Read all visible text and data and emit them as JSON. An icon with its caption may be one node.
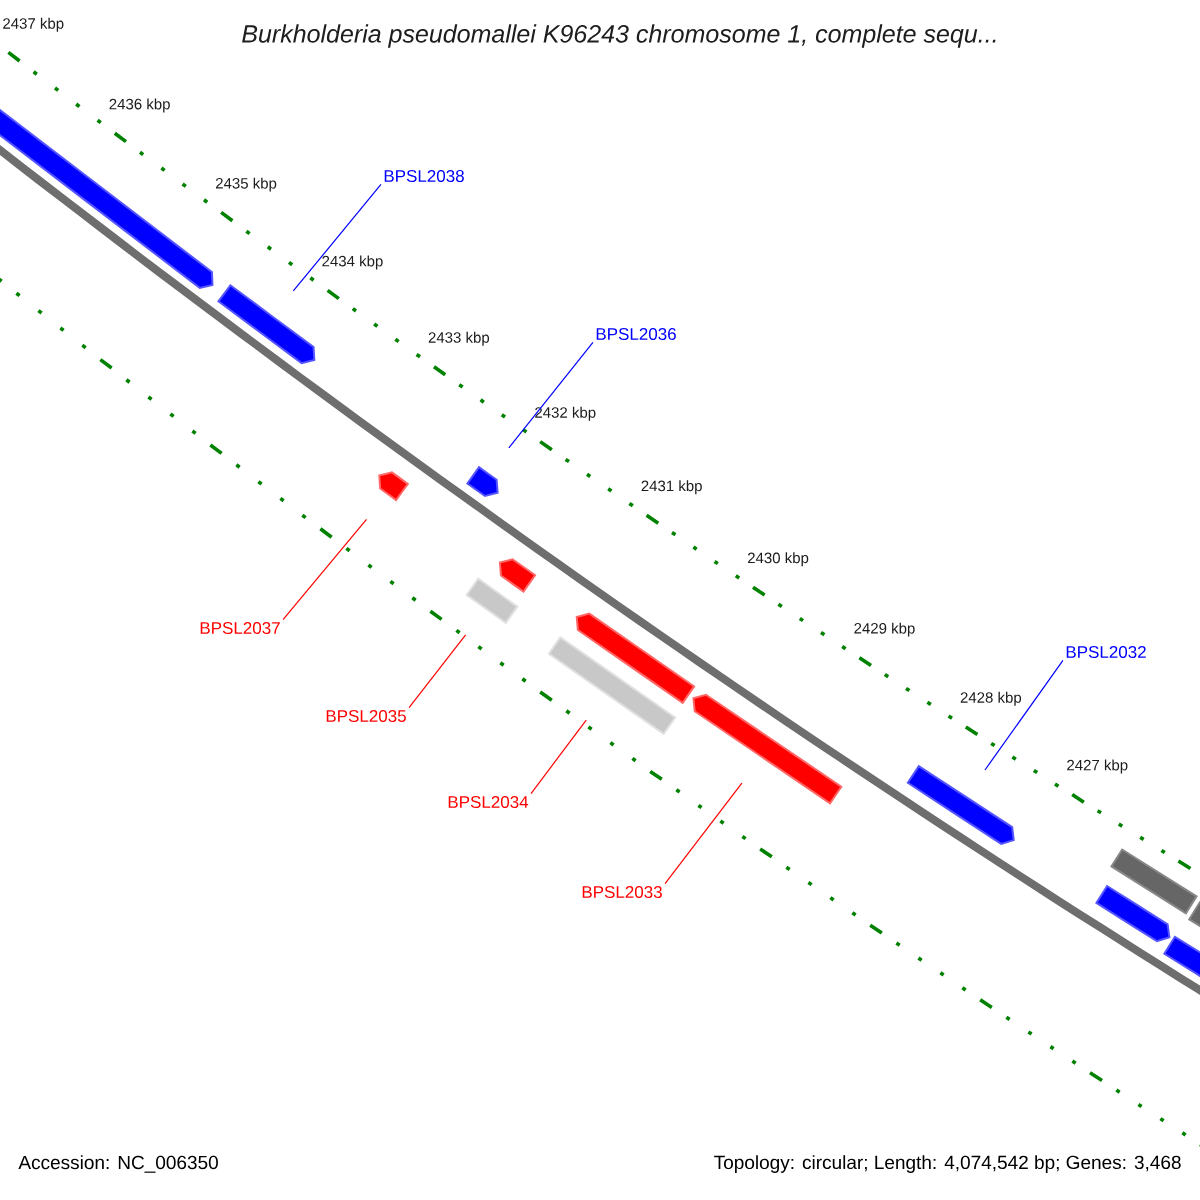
{
  "diagram": {
    "title": "Burkholderia pseudomallei K96243 chromosome 1, complete sequ...",
    "nodes": [
      {
        "text": [
          "BPSL2038"
        ]
      },
      {
        "text": [
          "BPSL2036"
        ]
      },
      {
        "text": [
          "BPSL2037"
        ]
      },
      {
        "text": [
          "BPSL2032"
        ]
      },
      {
        "text": [
          "BPSL2035"
        ]
      },
      {
        "text": [
          "BPSL2034"
        ]
      },
      {
        "text": [
          "BPSL2033"
        ]
      },
      {
        "text": [],
        "shape": "arrow"
      },
      {
        "text": [],
        "shape": "arrow"
      },
      {
        "text": [],
        "shape": "arrow"
      },
      {
        "text": [],
        "shape": "arrow"
      },
      {
        "text": [],
        "shape": "bar"
      },
      {
        "text": [],
        "shape": "arrow"
      },
      {
        "text": [],
        "shape": "bar"
      },
      {
        "text": [],
        "shape": "arrow"
      },
      {
        "text": [],
        "shape": "arrow"
      },
      {
        "text": [],
        "shape": "arrow"
      },
      {
        "text": [],
        "shape": "arrow"
      },
      {
        "text": [],
        "shape": "bar"
      },
      {
        "text": [],
        "shape": "arrow"
      },
      {
        "text": [],
        "shape": "bar"
      }
    ],
    "edges": [
      {
        "from": 0,
        "to": 8,
        "arrow": "none",
        "color": "#0000ff"
      },
      {
        "from": 1,
        "to": 10,
        "arrow": "none",
        "color": "#0000ff"
      },
      {
        "from": 2,
        "to": 9,
        "arrow": "none"
      },
      {
        "from": 3,
        "to": 16,
        "arrow": "none",
        "color": "#0000ff"
      },
      {
        "from": 4,
        "to": 11,
        "arrow": "none"
      },
      {
        "from": 5,
        "to": 13,
        "arrow": "none"
      },
      {
        "from": 6,
        "to": 15,
        "arrow": "none"
      }
    ],
    "labels": [
      "2437 kbp",
      "2436 kbp",
      "2435 kbp",
      "2434 kbp",
      "2433 kbp",
      "2432 kbp",
      "2431 kbp",
      "2430 kbp",
      "2429 kbp",
      "2428 kbp",
      "2427 kbp",
      "Accession: NC_006350",
      "Topology: circular; Length: 4,074,542 bp; Genes: 3,468"
    ]
  }
}
